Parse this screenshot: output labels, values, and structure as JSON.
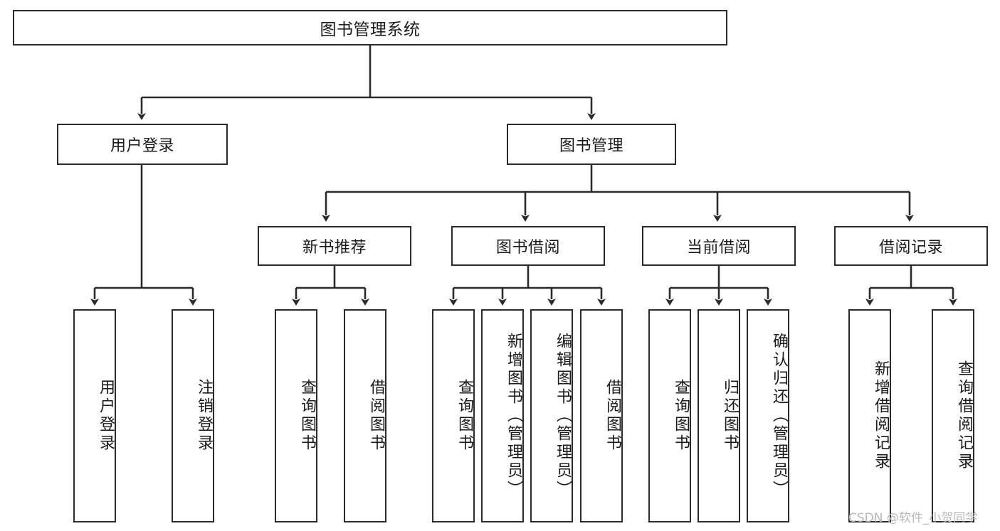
{
  "diagram": {
    "title": "图书管理系统",
    "type": "hierarchy-tree",
    "background_color": "#ffffff",
    "line_color": "#2b2b2b",
    "text_color": "#1a1a1a"
  },
  "root": {
    "label": "图书管理系统"
  },
  "level2": [
    {
      "label": "用户登录"
    },
    {
      "label": "图书管理"
    }
  ],
  "level3": [
    {
      "label": "新书推荐"
    },
    {
      "label": "图书借阅"
    },
    {
      "label": "当前借阅"
    },
    {
      "label": "借阅记录"
    }
  ],
  "leaves": {
    "user_login": [
      {
        "label": "用户登录"
      },
      {
        "label": "注销登录"
      }
    ],
    "new_book_recommend": [
      {
        "label": "查询图书"
      },
      {
        "label": "借阅图书"
      }
    ],
    "book_borrow": [
      {
        "label": "查询图书"
      },
      {
        "label": "新增图书（管理员）"
      },
      {
        "label": "编辑图书（管理员）"
      },
      {
        "label": "借阅图书"
      }
    ],
    "current_borrow": [
      {
        "label": "查询图书"
      },
      {
        "label": "归还图书"
      },
      {
        "label": "确认归还（管理员）"
      }
    ],
    "borrow_record": [
      {
        "label": "新增借阅记录"
      },
      {
        "label": "查询借阅记录"
      }
    ]
  },
  "watermark": {
    "text": "CSDN @软件_小贺同学"
  }
}
